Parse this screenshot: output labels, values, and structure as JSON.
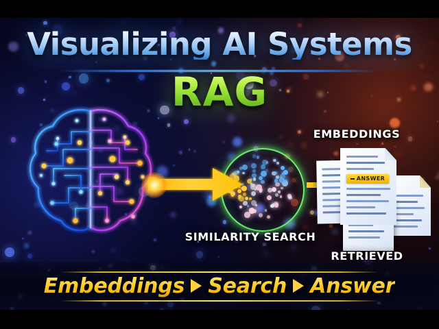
{
  "graphic": {
    "series_title": "Visualizing AI Systems",
    "topic": "RAG",
    "labels": {
      "embeddings": "EMBEDDINGS",
      "similarity_search": "SIMILARITY SEARCH",
      "retrieved": "RETRIEVED"
    },
    "document": {
      "answer_chip": "ANSWER"
    },
    "banner": {
      "step_1": "Embeddings",
      "step_2": "Search",
      "step_3": "Answer",
      "separator": "play-triangle"
    },
    "icons": {
      "brain": "circuit-brain-icon",
      "arrow_main": "flow-arrow-icon",
      "arrow_small": "flow-arrow-small-icon",
      "vector_space": "vector-cloud-icon",
      "documents": "document-stack-icon"
    },
    "colors": {
      "title_blue": "#9fc9f5",
      "rag_green": "#86d62c",
      "accent_gold": "#ffd43b",
      "ring_green": "#6ef06e",
      "brain_left_blue": "#2f9bff",
      "brain_right_purple": "#b14bff",
      "node_amber": "#ffb020",
      "background_dark": "#05061a"
    }
  }
}
